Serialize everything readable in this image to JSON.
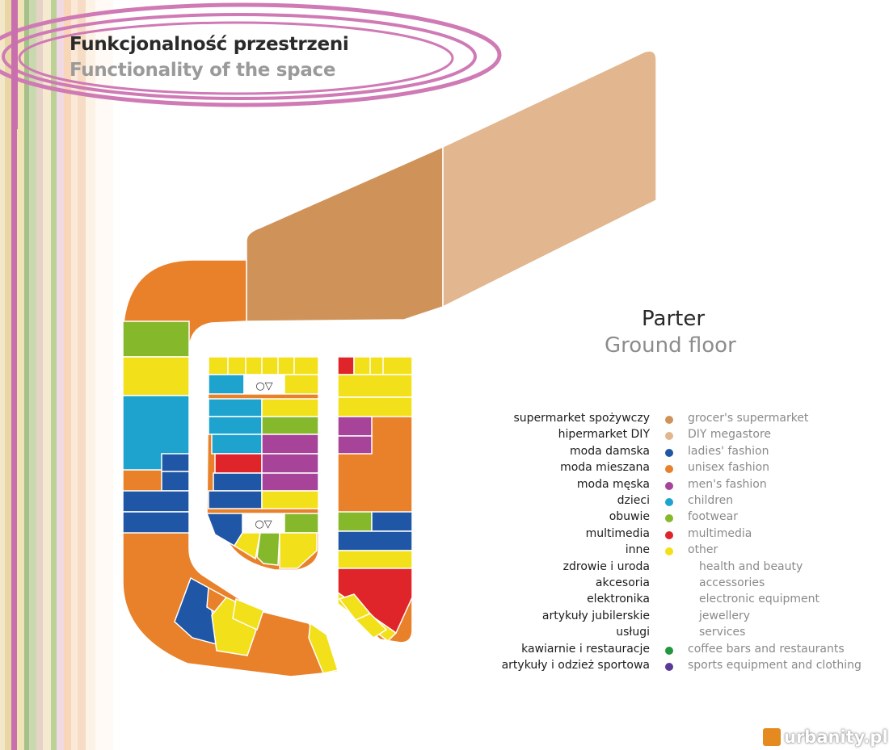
{
  "header": {
    "title_pl": "Funkcjonalność przestrzeni",
    "title_en": "Functionality of the space"
  },
  "floor": {
    "label_pl": "Parter",
    "label_en": "Ground floor"
  },
  "plan_markers": {
    "escalator_symbol": "○▽"
  },
  "legend": [
    {
      "pl": "supermarket spożywczy",
      "en": "grocer's supermarket",
      "color": "#cf935a"
    },
    {
      "pl": "hipermarket DIY",
      "en": "DIY megastore",
      "color": "#e2b68e"
    },
    {
      "pl": "moda damska",
      "en": "ladies' fashion",
      "color": "#1f56a6"
    },
    {
      "pl": "moda mieszana",
      "en": "unisex fashion",
      "color": "#e9802a"
    },
    {
      "pl": "moda męska",
      "en": "men's fashion",
      "color": "#a8439a"
    },
    {
      "pl": "dzieci",
      "en": "children",
      "color": "#1ea3cf"
    },
    {
      "pl": "obuwie",
      "en": "footwear",
      "color": "#86b82b"
    },
    {
      "pl": "multimedia",
      "en": "multimedia",
      "color": "#df2529"
    },
    {
      "pl": "inne",
      "en": "other",
      "color": "#f2e01a"
    },
    {
      "pl": "zdrowie i uroda",
      "en": "health and beauty",
      "color": ""
    },
    {
      "pl": "akcesoria",
      "en": "accessories",
      "color": ""
    },
    {
      "pl": "elektronika",
      "en": "electronic equipment",
      "color": ""
    },
    {
      "pl": "artykuły jubilerskie",
      "en": "jewellery",
      "color": ""
    },
    {
      "pl": "usługi",
      "en": "services",
      "color": ""
    },
    {
      "pl": "kawiarnie i restauracje",
      "en": "coffee bars and restaurants",
      "color": "#24963e"
    },
    {
      "pl": "artykuły i odzież sportowa",
      "en": "sports equipment and clothing",
      "color": "#5a3a98"
    }
  ],
  "watermark": {
    "text": "urbanity.pl",
    "color": "#e58a1f"
  }
}
